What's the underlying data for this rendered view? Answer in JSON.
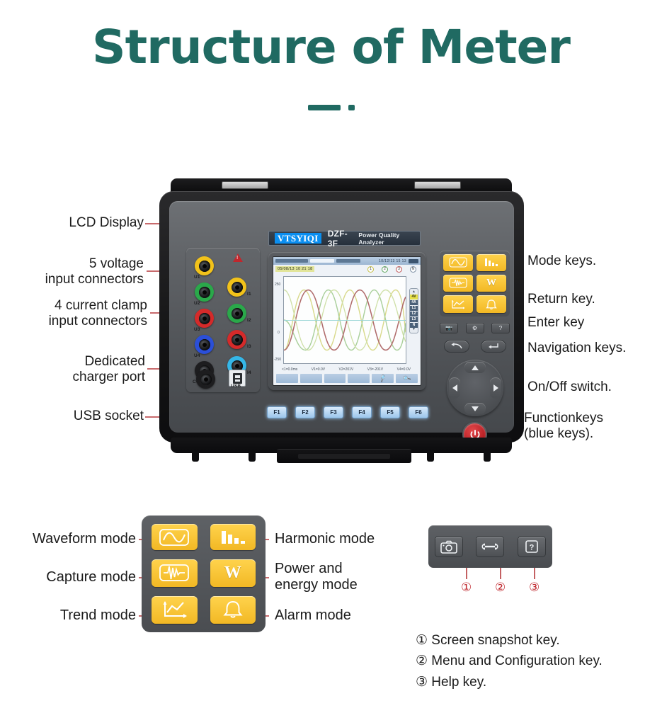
{
  "title": "Structure of Meter",
  "device": {
    "brand": "VTSYIQI",
    "model": "DZF-3F",
    "description": "Power Quality Analyzer"
  },
  "lcd": {
    "datetime": "05/08/13 10 21 18",
    "clock": "10/12/13 15 13",
    "phase_dots": [
      "1",
      "2",
      "3",
      "N"
    ],
    "y_top": "250",
    "y_mid": "0",
    "y_bottom": "-250",
    "x_labels": [
      "<1=0.0ms",
      "V1=0.0V",
      "V2=201V",
      "V3=-201V",
      "V4=0.0V"
    ],
    "channel_tabs": [
      "4V",
      "4A",
      "L1",
      "L2",
      "L3",
      "N"
    ],
    "selected_channel": "4V"
  },
  "connectors": {
    "voltage": [
      {
        "label": "U1",
        "color": "#f2c21a"
      },
      {
        "label": "U2",
        "color": "#2aa84a"
      },
      {
        "label": "U3",
        "color": "#d42a2a"
      },
      {
        "label": "U4",
        "color": "#2b4fd8"
      },
      {
        "label": "COM",
        "color": "#1d1d1f"
      }
    ],
    "current": [
      {
        "label": "I1",
        "color": "#f2c21a"
      },
      {
        "label": "I2",
        "color": "#2aa84a"
      },
      {
        "label": "I3",
        "color": "#d42a2a"
      },
      {
        "label": "I4",
        "color": "#35b7e8"
      }
    ],
    "dc_label": "DC",
    "usb_label": "USB"
  },
  "function_keys": [
    "F1",
    "F2",
    "F3",
    "F4",
    "F5",
    "F6"
  ],
  "callouts": {
    "left": [
      {
        "text": "LCD Display"
      },
      {
        "text": "5 voltage\ninput connectors"
      },
      {
        "text": "4 current clamp\ninput connectors"
      },
      {
        "text": "Dedicated\ncharger port"
      },
      {
        "text": "USB socket"
      }
    ],
    "right": [
      {
        "text": "Mode keys."
      },
      {
        "text": "Return key."
      },
      {
        "text": "Enter key"
      },
      {
        "text": "Navigation keys."
      },
      {
        "text": "On/Off switch."
      },
      {
        "text": "Functionkeys\n(blue keys)."
      }
    ]
  },
  "mode_legend": {
    "keys": [
      {
        "icon": "waveform-icon",
        "label": "Waveform mode",
        "side": "left"
      },
      {
        "icon": "harmonic-bars-icon",
        "label": "Harmonic mode",
        "side": "right"
      },
      {
        "icon": "capture-burst-icon",
        "label": "Capture mode",
        "side": "left"
      },
      {
        "icon": "watt-icon",
        "label": "Power and\nenergy mode",
        "side": "right"
      },
      {
        "icon": "trend-arrow-icon",
        "label": "Trend mode",
        "side": "left"
      },
      {
        "icon": "alarm-bell-icon",
        "label": "Alarm mode",
        "side": "right"
      }
    ]
  },
  "utility": {
    "keys": [
      {
        "icon": "camera-icon",
        "number": "①"
      },
      {
        "icon": "wrench-icon",
        "number": "②"
      },
      {
        "icon": "help-icon",
        "number": "③"
      }
    ],
    "descriptions": [
      "① Screen snapshot key.",
      "② Menu and Configuration key.",
      "③ Help key."
    ]
  },
  "colors": {
    "title": "#206a62",
    "leader": "#b5393c",
    "mode_key": "#f2b824",
    "power": "#b81f24"
  }
}
